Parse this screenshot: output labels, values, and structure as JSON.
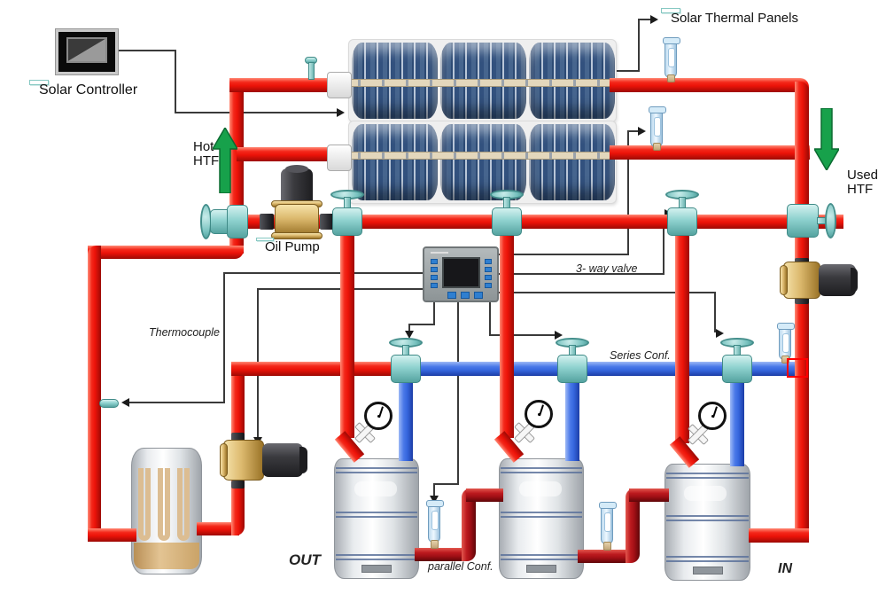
{
  "title": "Solar thermal collector piping diagram",
  "labels": {
    "solar_controller": "Solar Controller",
    "solar_thermal_panels": "Solar Thermal Panels",
    "oil_pump": "Oil Pump",
    "hot_htf_line1": "Hot",
    "hot_htf_line2": "HTF",
    "used_htf_line1": "Used",
    "used_htf_line2": "HTF",
    "three_way_valve": "3- way valve",
    "thermocouple": "Thermocouple",
    "series_conf": "Series Conf.",
    "parallel_conf": "parallel Conf.",
    "out": "OUT",
    "in": "IN"
  },
  "equipment": {
    "collector_rows": 2,
    "panels_per_row": 3,
    "storage_tanks": 3,
    "pumps": 3,
    "pressure_gauges": 3,
    "thermometers": 5
  },
  "colors": {
    "hot_pipe": "#ec1309",
    "return_pipe_dark": "#a31016",
    "cold_pipe": "#3566dd",
    "valve_teal": "#8fd2cf",
    "pump_brass": "#dcb96e",
    "motor_dark": "#3b3b3f",
    "flow_arrow_green": "#17a14b",
    "label_border_teal": "#86c8c2",
    "panel_blue": "#2c4a74",
    "wire": "#3a3a3a",
    "annotation_highlight": "#ff0000"
  }
}
